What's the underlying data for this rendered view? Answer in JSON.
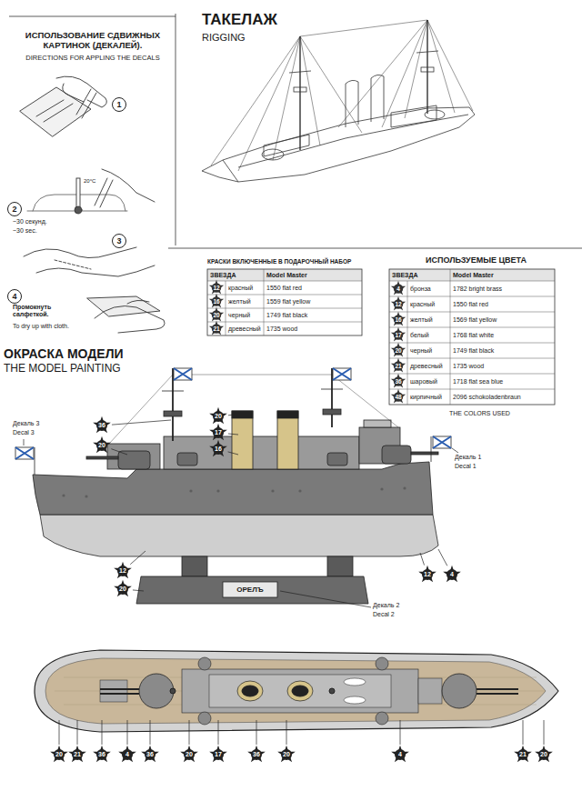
{
  "diagram": {
    "nodes": [
      {
        "text": [
          "1"
        ]
      },
      {
        "text": [
          "2"
        ]
      },
      {
        "text": [
          "3"
        ]
      },
      {
        "text": [
          "4"
        ]
      }
    ],
    "labels": [
      "ИСПОЛЬЗОВАНИЕ СДВИЖНЫХ КАРТИНОК (ДЕКАЛЕЙ).",
      "DIRECTIONS FOR APPLING THE DECALS",
      "~30 секунд.",
      "~30 sec.",
      "20°C",
      "Промокнуть салфеткой.",
      "To dry up with cloth.",
      "ТАКЕЛАЖ",
      "RIGGING",
      "КРАСКИ ВКЛЮЧЕННЫЕ В ПОДАРОЧНЫЙ НАБОР",
      "ИСПОЛЬЗУЕМЫЕ ЦВЕТА",
      "ЗВЕЗДА",
      "Model Master",
      "12",
      "красный",
      "1550 flat red",
      "16",
      "желтый",
      "1559 flat yellow",
      "20",
      "черный",
      "1749 flat black",
      "21",
      "древесный",
      "1735 wood",
      "ЗВЕЗДА",
      "Model Master",
      "4",
      "бронза",
      "1782 bright brass",
      "12",
      "красный",
      "1550 flat red",
      "16",
      "желтый",
      "1569 flat yellow",
      "17",
      "белый",
      "1768 flat white",
      "20",
      "черный",
      "1749 flat black",
      "21",
      "древесный",
      "1735 wood",
      "36",
      "шаровый",
      "1718 flat sea blue",
      "48",
      "кирпичный",
      "2096 schokoladenbraun",
      "THE COLORS USED",
      "ОКРАСКА МОДЕЛИ",
      "THE MODEL PAINTING",
      "Декаль 3",
      "Decal 3",
      "Декаль 1",
      "Decal 1",
      "Декаль 2",
      "Decal 2",
      "ОРЕЛЪ",
      "36",
      "20",
      "20",
      "17",
      "16",
      "12",
      "20",
      "12",
      "4",
      "20",
      "21",
      "36",
      "4",
      "36",
      "20",
      "17",
      "36",
      "20",
      "4",
      "21",
      "20"
    ]
  }
}
